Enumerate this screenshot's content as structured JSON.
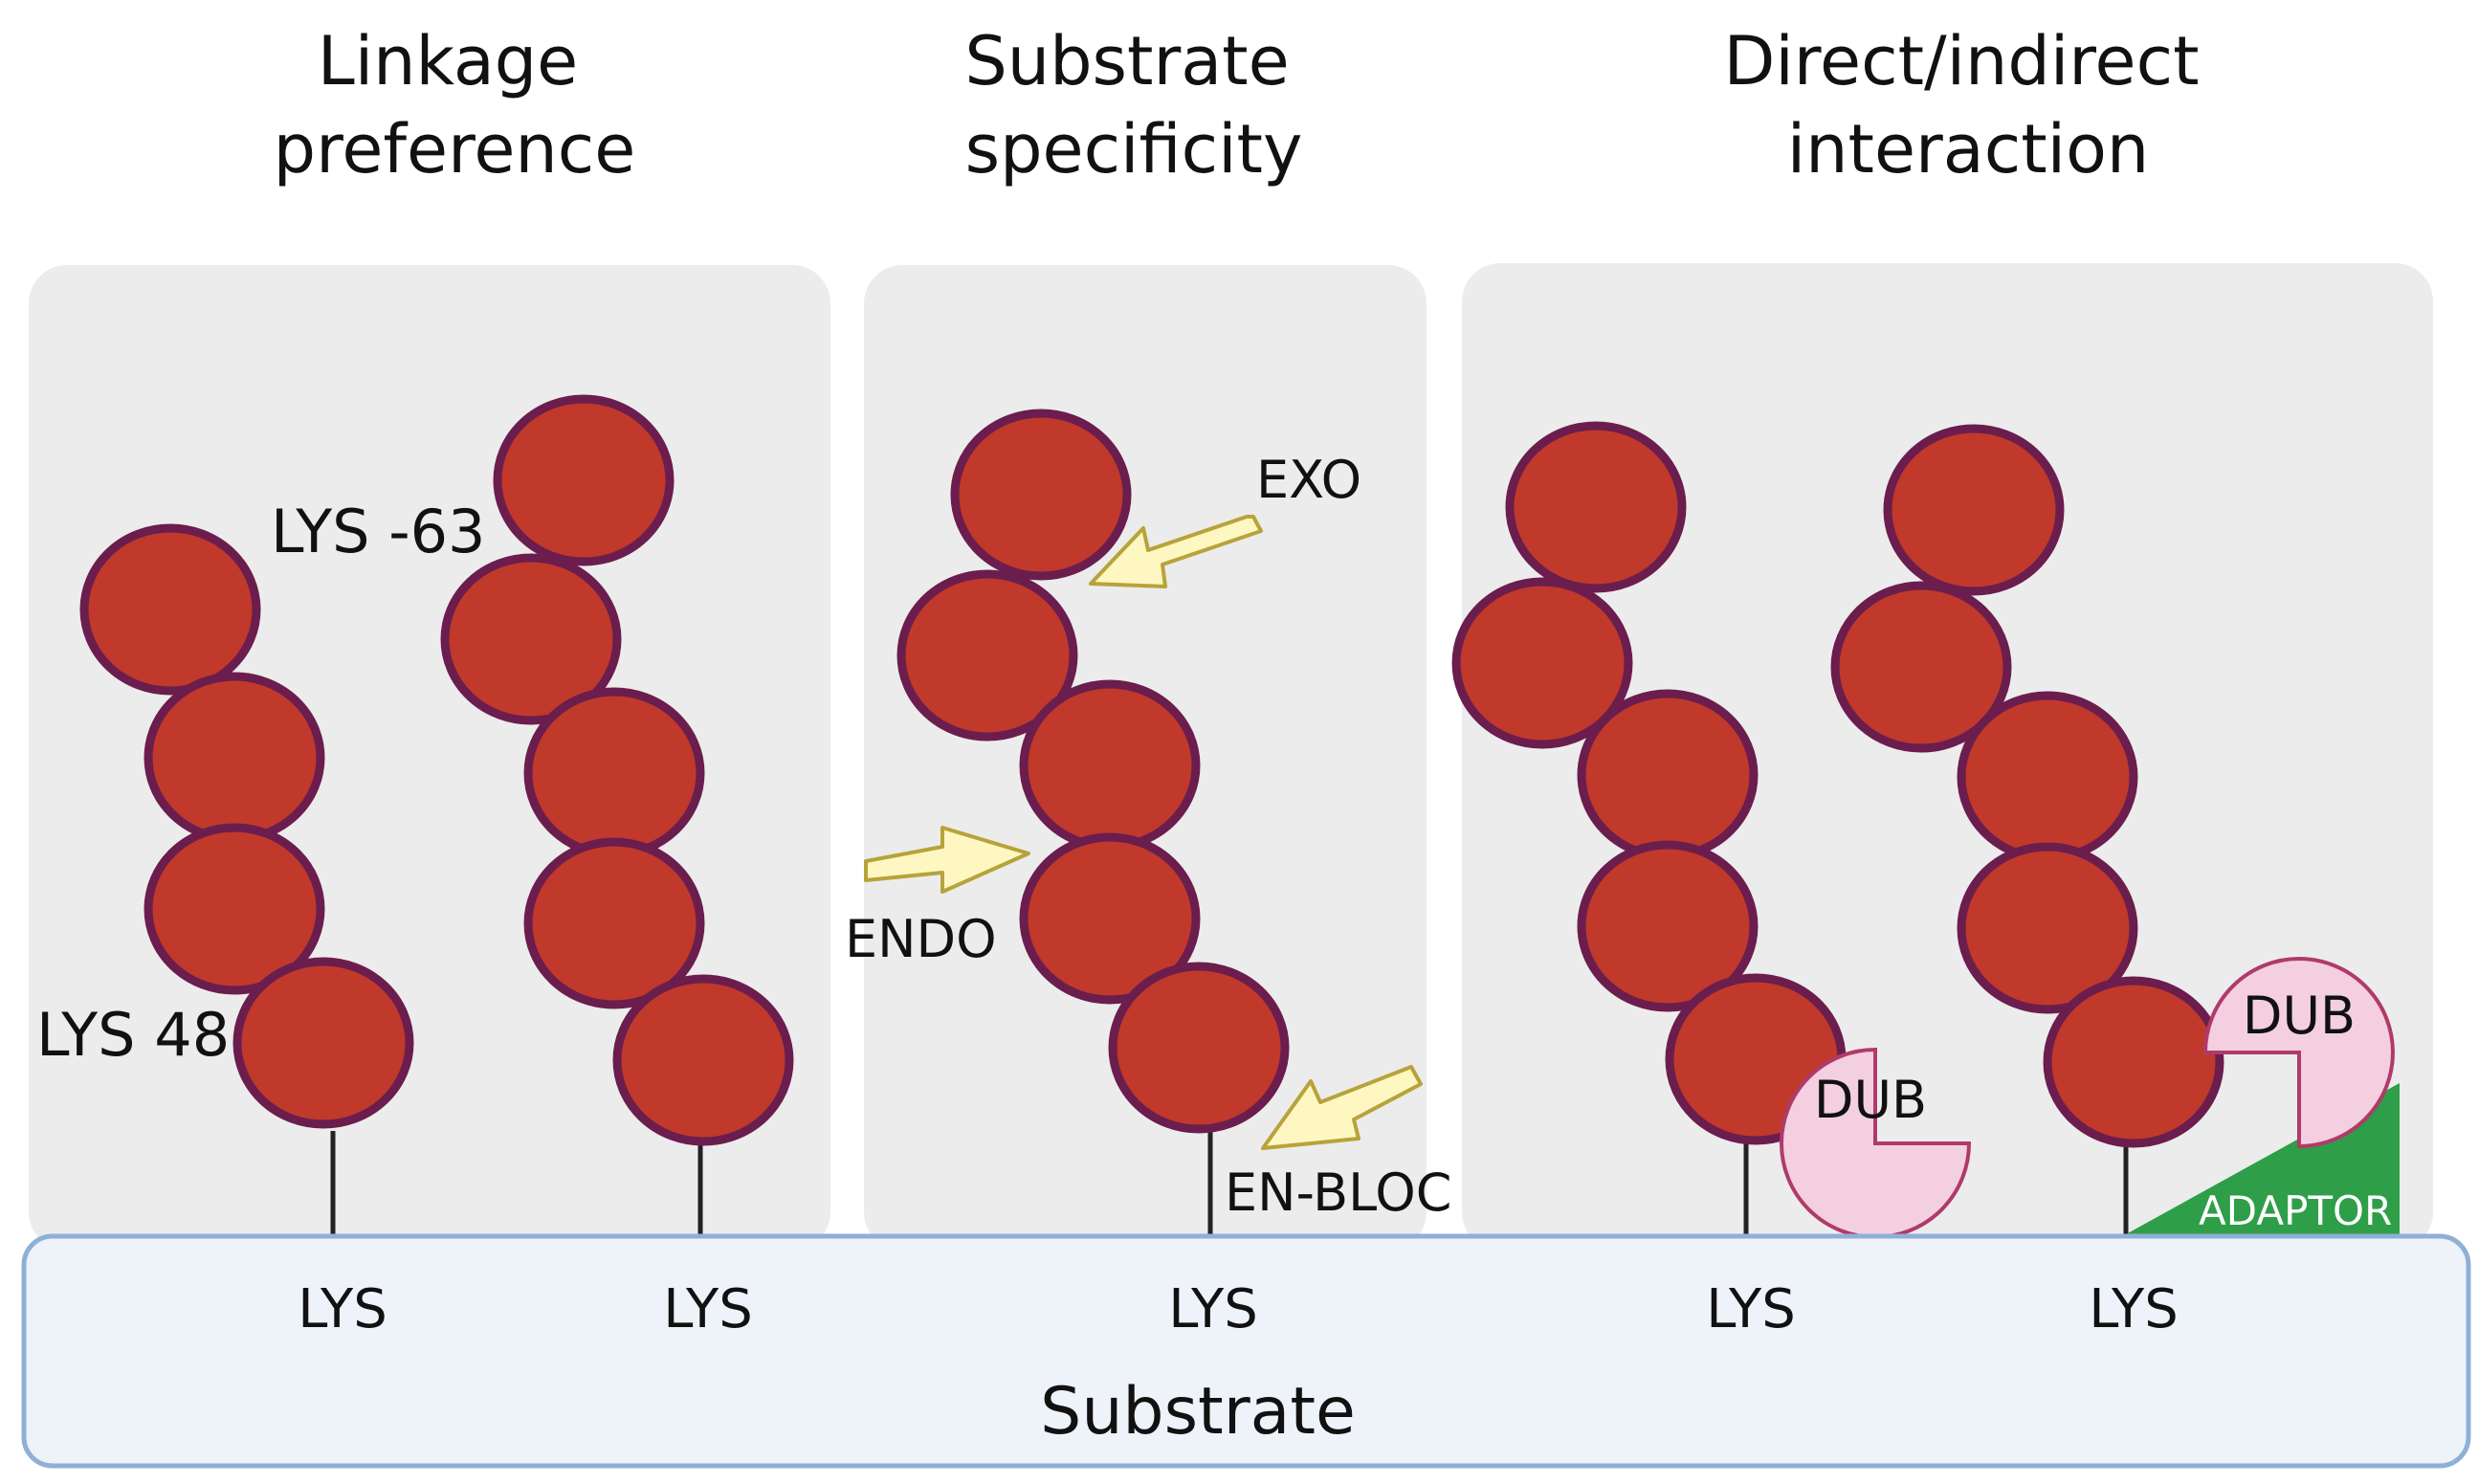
{
  "headings": {
    "linkage": [
      "Linkage",
      "preference"
    ],
    "substrate": [
      "Substrate",
      "specificity"
    ],
    "interaction": [
      "Direct/indirect",
      "interaction"
    ]
  },
  "labels": {
    "lys63": "LYS -63",
    "lys48": "LYS 48",
    "exo": "EXO",
    "endo": "ENDO",
    "enbloc": "EN-BLOC",
    "dub": "DUB",
    "adaptor": "ADAPTOR"
  },
  "substrate": {
    "label": "Substrate",
    "lys": [
      "LYS",
      "LYS",
      "LYS",
      "LYS",
      "LYS"
    ]
  },
  "colors": {
    "ubiquitin_fill": "#c0392b",
    "ubiquitin_stroke": "#6b1d4e",
    "panel_bg": "#ececec",
    "substrate_bg": "#eef3fa",
    "substrate_stroke": "#8fb0d6",
    "dub_fill": "#f4cfe0",
    "dub_stroke": "#b03a6a",
    "adaptor_fill": "#2e9e48",
    "arrow_fill": "#fff7c2",
    "arrow_stroke": "#b7a33a"
  }
}
